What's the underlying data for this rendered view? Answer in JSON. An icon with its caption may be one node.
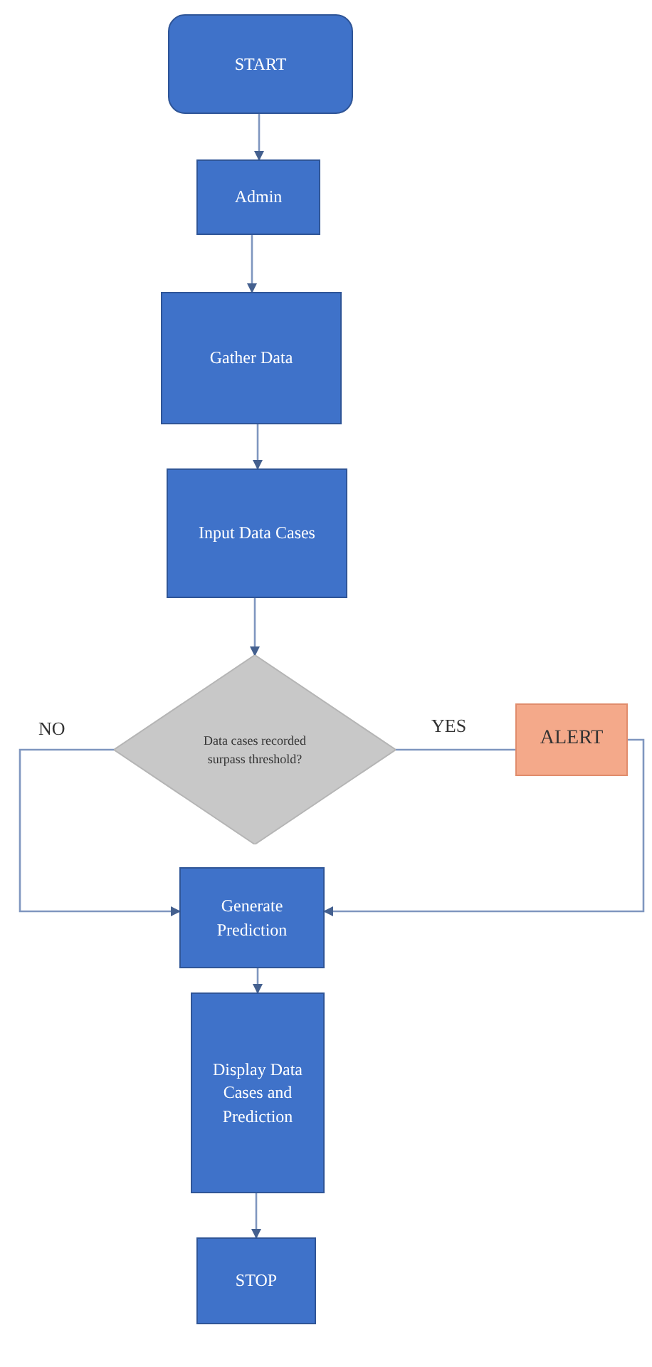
{
  "diagram": {
    "nodes": [
      {
        "text": [
          "START"
        ]
      },
      {
        "text": [
          "Admin"
        ]
      },
      {
        "text": [
          "Gather Data"
        ]
      },
      {
        "text": [
          "Input Data Cases"
        ]
      },
      {
        "text": [
          "Data cases recorded surpass threshold?"
        ]
      },
      {
        "text": [
          "ALERT"
        ]
      },
      {
        "text": [
          "Generate Prediction"
        ]
      },
      {
        "text": [
          "Display Data Cases and Prediction"
        ]
      },
      {
        "text": [
          "STOP"
        ]
      }
    ],
    "edges": [
      {
        "from": 0,
        "to": 1,
        "arrow": "to"
      },
      {
        "from": 1,
        "to": 2,
        "arrow": "to"
      },
      {
        "from": 2,
        "to": 3,
        "arrow": "to"
      },
      {
        "from": 3,
        "to": 4,
        "arrow": "to"
      },
      {
        "from": 4,
        "to": 6,
        "arrow": "to",
        "label": "NO"
      },
      {
        "from": 4,
        "to": 5,
        "arrow": "none",
        "label": "YES"
      },
      {
        "from": 5,
        "to": 6,
        "arrow": "to"
      },
      {
        "from": 6,
        "to": 7,
        "arrow": "to"
      },
      {
        "from": 7,
        "to": 8,
        "arrow": "to"
      }
    ]
  }
}
